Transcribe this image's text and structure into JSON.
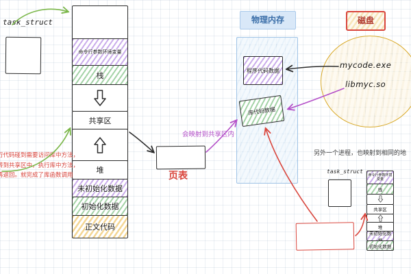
{
  "task_struct": {
    "label": "task_struct"
  },
  "main_memory": {
    "segments": [
      {
        "name": "segment-top-empty",
        "label": "",
        "style": "plain"
      },
      {
        "name": "segment-cmdline-env",
        "label": "命令行参数环境变量",
        "style": "purple",
        "small_text": true
      },
      {
        "name": "segment-stack",
        "label": "栈",
        "style": "green"
      },
      {
        "name": "segment-stack-grow-arrow",
        "label": "",
        "style": "arrow",
        "dir": "down"
      },
      {
        "name": "segment-shared-area",
        "label": "共享区",
        "style": "plain"
      },
      {
        "name": "segment-heap-grow-arrow",
        "label": "",
        "style": "arrow",
        "dir": "up"
      },
      {
        "name": "segment-heap",
        "label": "堆",
        "style": "plain"
      },
      {
        "name": "segment-uninitialized-data",
        "label": "未初始化数据",
        "style": "purple"
      },
      {
        "name": "segment-initialized-data",
        "label": "初始化数据",
        "style": "green"
      },
      {
        "name": "segment-text-code",
        "label": "正文代码",
        "style": "yellow"
      }
    ]
  },
  "page_table": {
    "label": "页表"
  },
  "mapping_note": "会映射到共享区内",
  "physical_memory": {
    "title": "物理内存",
    "blocks": [
      {
        "label": "程序代码数据"
      },
      {
        "label": "库代码数据"
      }
    ]
  },
  "disk": {
    "title": "磁盘",
    "files": [
      "mycode.exe",
      "libmyc.so"
    ]
  },
  "notes": {
    "left_red": [
      "行代码碰到需要访问库中方法，",
      "转到共享区中，执行库中方法，",
      "再返回。就完成了库函数调用"
    ],
    "other_process": "另外一个进程，也映射到相同的地"
  },
  "second_process": {
    "task_struct_label": "task_struct",
    "segments": [
      {
        "name": "segment2-cmdline-env",
        "label": "命令行参数环境变量",
        "style": "purple",
        "small_text": true
      },
      {
        "name": "segment2-stack",
        "label": "栈",
        "style": "green"
      },
      {
        "name": "segment2-stack-grow-arrow",
        "label": "",
        "style": "arrow",
        "dir": "down"
      },
      {
        "name": "segment2-shared-area",
        "label": "共享区",
        "style": "plain"
      },
      {
        "name": "segment2-heap-grow-arrow",
        "label": "",
        "style": "arrow",
        "dir": "up"
      },
      {
        "name": "segment2-heap",
        "label": "堆",
        "style": "plain"
      },
      {
        "name": "segment2-uninitialized-data",
        "label": "未初始化数据",
        "style": "purple"
      },
      {
        "name": "segment2-initialized-data",
        "label": "初始化数据",
        "style": "green"
      }
    ]
  }
}
